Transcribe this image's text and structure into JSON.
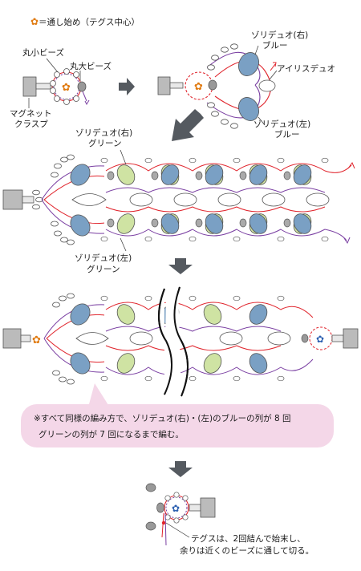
{
  "legend": {
    "star_icon": "flower-star-icon",
    "text": "＝通し始め（テグス中心）"
  },
  "labels": {
    "maru_small": "丸小ビーズ",
    "maru_large": "丸大ビーズ",
    "magnet_l1": "マグネット",
    "magnet_l2": "クラスプ",
    "zolli_right_blue_l1": "ゾリデュオ(右)",
    "zolli_right_blue_l2": "ブルー",
    "iris_duo": "アイリスデュオ",
    "zolli_left_blue_l1": "ゾリデュオ(左)",
    "zolli_left_blue_l2": "ブルー",
    "zolli_right_green_l1": "ゾリデュオ(右)",
    "zolli_right_green_l2": "グリーン",
    "zolli_left_green_l1": "ゾリデュオ(左)",
    "zolli_left_green_l2": "グリーン"
  },
  "note": {
    "line1": "※すべて同様の編み方で、ゾリデュオ(右)・(左)のブルーの列が 8 回",
    "line2": "グリーンの列が 7 回になるまで編む。"
  },
  "finish": {
    "line1": "テグスは、2回結んで始末し、",
    "line2": "余りは近くのビーズに通して切る。"
  },
  "colors": {
    "blue_bead": "#7aa0c4",
    "green_bead": "#cfe3a3",
    "red_thread": "#e0242c",
    "purple_thread": "#7a3fa2",
    "start_star": "#e07a10",
    "end_star": "#2b5fb0",
    "note_bg": "#f4d7e8",
    "arrow_gray": "#555a60"
  }
}
